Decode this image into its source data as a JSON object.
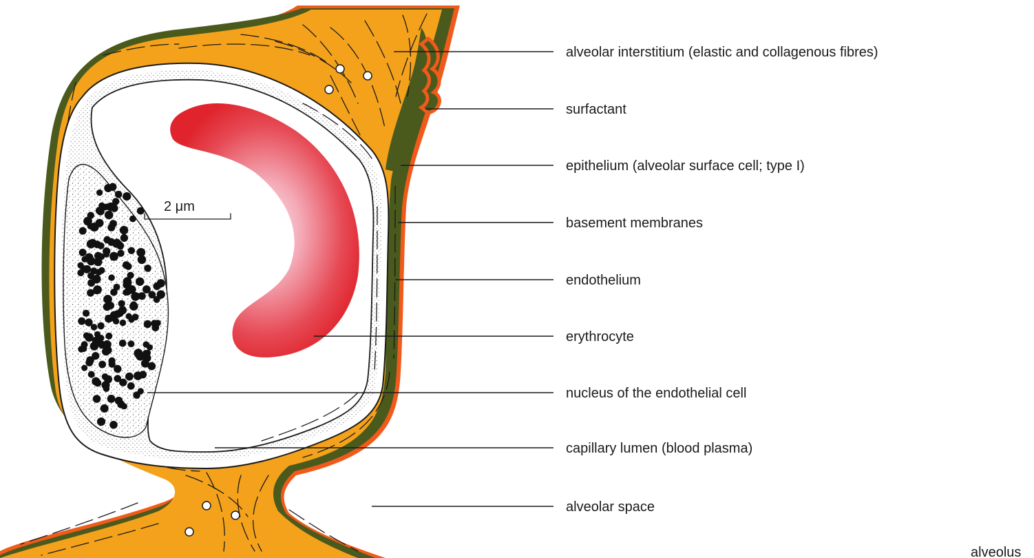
{
  "diagram": {
    "scale_bar_label": "2 μm",
    "labels": [
      {
        "id": "alveolar-interstitium",
        "text": "alveolar interstitium (elastic and collagenous fibres)"
      },
      {
        "id": "surfactant",
        "text": "surfactant"
      },
      {
        "id": "epithelium",
        "text": "epithelium (alveolar surface cell; type I)"
      },
      {
        "id": "basement-membranes",
        "text": "basement membranes"
      },
      {
        "id": "endothelium",
        "text": "endothelium"
      },
      {
        "id": "erythrocyte",
        "text": "erythrocyte"
      },
      {
        "id": "nucleus",
        "text": "nucleus of the endothelial cell"
      },
      {
        "id": "capillary-lumen",
        "text": "capillary lumen (blood plasma)"
      },
      {
        "id": "alveolar-space",
        "text": "alveolar space"
      }
    ],
    "cut_off_label": "alveolus",
    "colors": {
      "interstitium": "#f4a21b",
      "epithelium_green": "#4a5a1c",
      "surfactant_rim": "#f05a1a",
      "erythrocyte": "#e3262f",
      "lumen": "#ffffff"
    }
  }
}
